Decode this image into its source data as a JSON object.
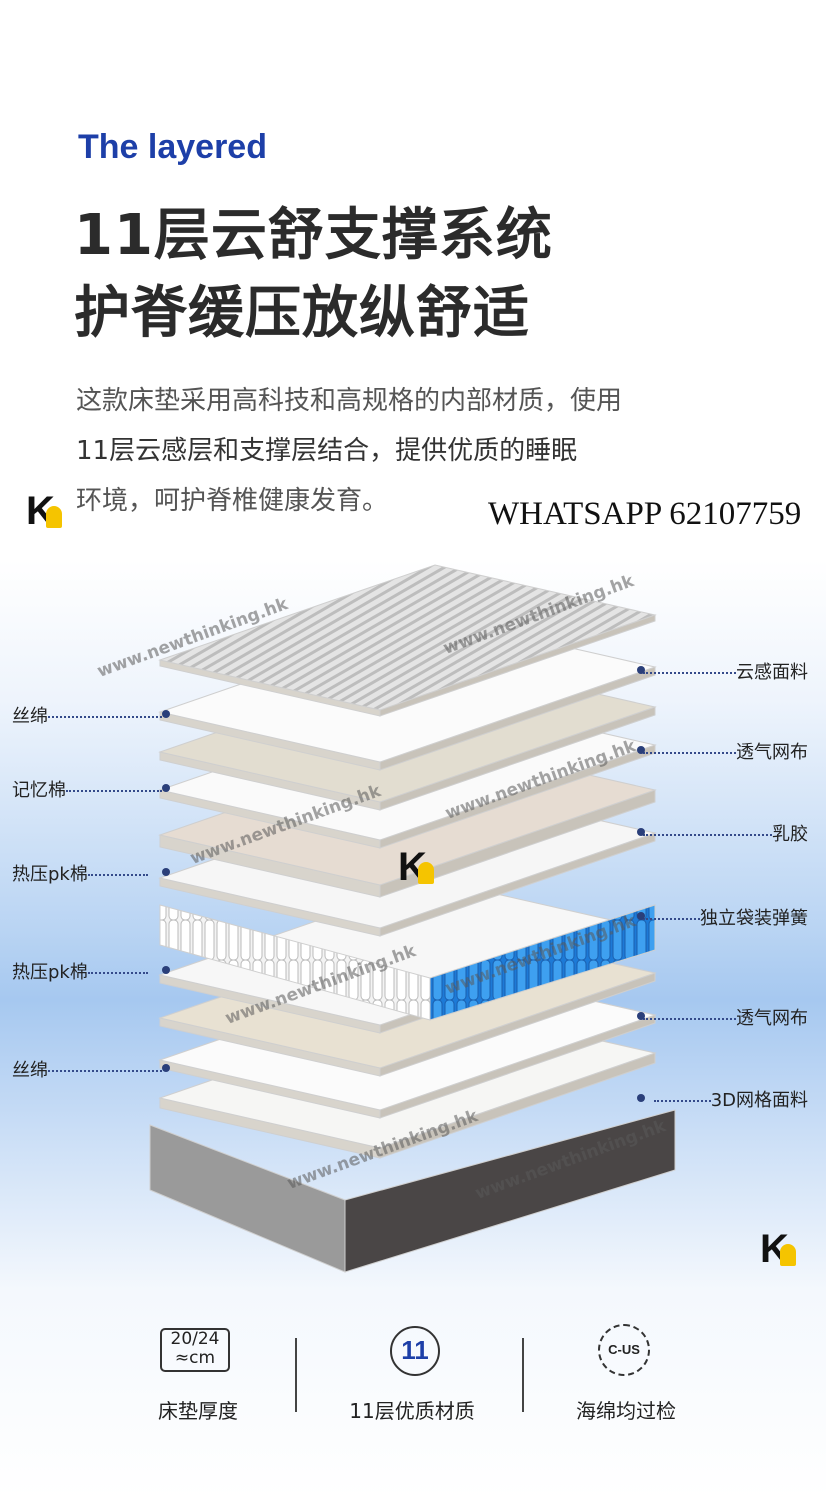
{
  "header": {
    "subtitle": "The layered",
    "title_line1": "11层云舒支撑系统",
    "title_line2": "护脊缓压放纵舒适"
  },
  "description": {
    "line1": "这款床垫采用高科技和高规格的内部材质，使用",
    "line2": "11层云感层和支撑层结合，提供优质的睡眠",
    "line3": "环境，呵护脊椎健康发育。"
  },
  "contact": "WHATSAPP 62107759",
  "watermark": "www.newthinking.hk",
  "logo_text": "K",
  "labels_left": [
    "丝绵",
    "记忆棉",
    "热压pk棉",
    "热压pk棉",
    "丝绵"
  ],
  "labels_right": [
    "云感面料",
    "透气网布",
    "乳胶",
    "独立袋装弹簧",
    "透气网布",
    "3D网格面料"
  ],
  "features": [
    {
      "icon": "thickness-icon",
      "icon_text1": "20/24",
      "icon_text2": "≈cm",
      "label": "床垫厚度"
    },
    {
      "icon": "layers-count-icon",
      "icon_text1": "11",
      "label": "11层优质材质"
    },
    {
      "icon": "certification-badge-icon",
      "icon_text1": "C-US",
      "label": "海绵均过检"
    }
  ],
  "colors": {
    "accent": "#1d3fa8",
    "spring_blue": "#2a8be0"
  }
}
